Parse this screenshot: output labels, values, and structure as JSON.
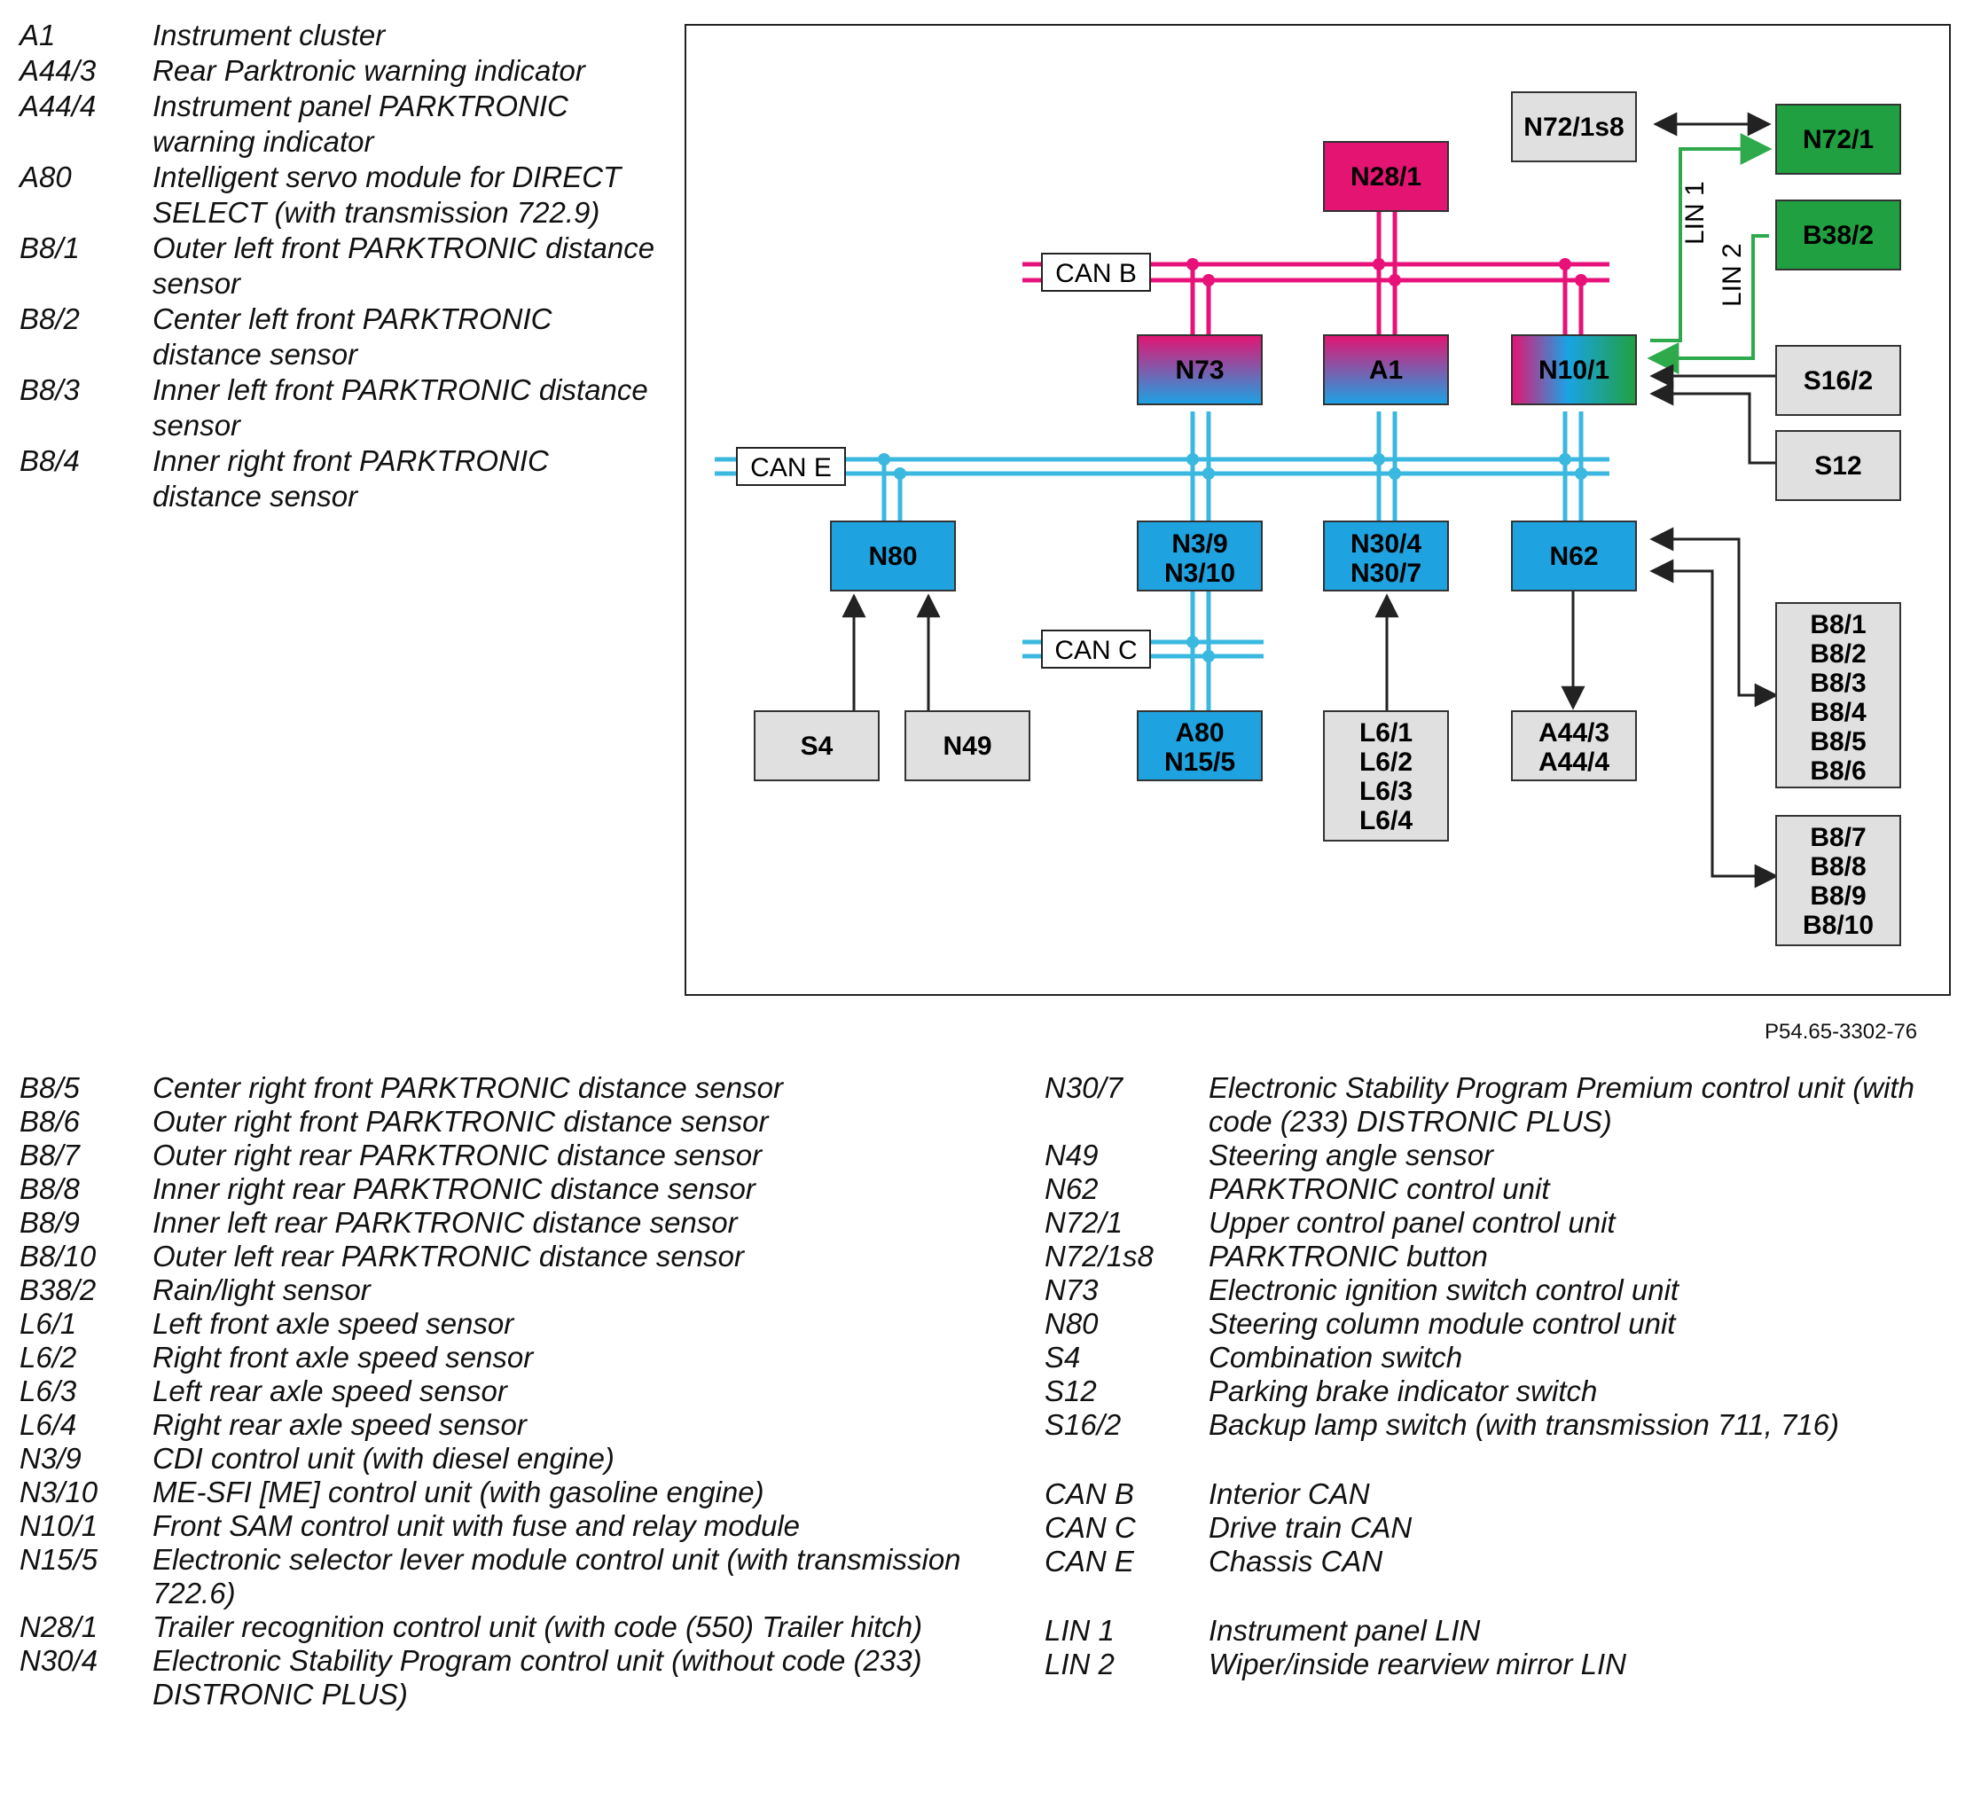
{
  "reference": "P54.65-3302-76",
  "legend_top": [
    {
      "code": "A1",
      "text": "Instrument cluster"
    },
    {
      "code": "A44/3",
      "text": "Rear Parktronic warning indicator"
    },
    {
      "code": "A44/4",
      "text": "Instrument panel PARKTRONIC warning indicator"
    },
    {
      "code": "A80",
      "text": "Intelligent servo module for DIRECT SELECT (with transmission 722.9)"
    },
    {
      "code": "B8/1",
      "text": "Outer left front PARKTRONIC distance sensor"
    },
    {
      "code": "B8/2",
      "text": "Center left front PARKTRONIC distance sensor"
    },
    {
      "code": "B8/3",
      "text": "Inner left front PARKTRONIC distance sensor"
    },
    {
      "code": "B8/4",
      "text": "Inner right front PARKTRONIC distance sensor"
    }
  ],
  "legend_bottom_left": [
    {
      "code": "B8/5",
      "text": "Center right front PARKTRONIC distance sensor"
    },
    {
      "code": "B8/6",
      "text": "Outer right front PARKTRONIC distance sensor"
    },
    {
      "code": "B8/7",
      "text": "Outer right rear PARKTRONIC distance sensor"
    },
    {
      "code": "B8/8",
      "text": "Inner right rear PARKTRONIC distance sensor"
    },
    {
      "code": "B8/9",
      "text": "Inner left rear PARKTRONIC distance sensor"
    },
    {
      "code": "B8/10",
      "text": "Outer left rear PARKTRONIC distance sensor"
    },
    {
      "code": "B38/2",
      "text": "Rain/light sensor"
    },
    {
      "code": "L6/1",
      "text": "Left front axle speed sensor"
    },
    {
      "code": "L6/2",
      "text": "Right front axle speed sensor"
    },
    {
      "code": "L6/3",
      "text": "Left rear axle speed sensor"
    },
    {
      "code": "L6/4",
      "text": "Right rear axle speed sensor"
    },
    {
      "code": "N3/9",
      "text": "CDI control unit (with diesel engine)"
    },
    {
      "code": "N3/10",
      "text": "ME-SFI [ME] control unit (with gasoline engine)"
    },
    {
      "code": "N10/1",
      "text": "Front SAM control unit with fuse and relay module"
    },
    {
      "code": "N15/5",
      "text": "Electronic selector lever module control unit (with transmission 722.6)"
    },
    {
      "code": "N28/1",
      "text": "Trailer recognition control unit (with code (550) Trailer hitch)"
    },
    {
      "code": "N30/4",
      "text": "Electronic Stability Program control unit (without code (233) DISTRONIC PLUS)"
    }
  ],
  "legend_bottom_right": [
    {
      "code": "N30/7",
      "text": "Electronic Stability Program Premium control unit (with code (233) DISTRONIC PLUS)"
    },
    {
      "code": "N49",
      "text": "Steering angle sensor"
    },
    {
      "code": "N62",
      "text": "PARKTRONIC control unit"
    },
    {
      "code": "N72/1",
      "text": "Upper control panel control unit"
    },
    {
      "code": "N72/1s8",
      "text": "PARKTRONIC button"
    },
    {
      "code": "N73",
      "text": "Electronic ignition switch control unit"
    },
    {
      "code": "N80",
      "text": "Steering column module control unit"
    },
    {
      "code": "S4",
      "text": "Combination switch"
    },
    {
      "code": "S12",
      "text": "Parking brake indicator switch"
    },
    {
      "code": "S16/2",
      "text": "Backup lamp switch (with transmission 711, 716)"
    },
    {
      "code": "CAN B",
      "text": "Interior CAN",
      "gap": true
    },
    {
      "code": "CAN C",
      "text": "Drive train CAN"
    },
    {
      "code": "CAN E",
      "text": "Chassis CAN"
    },
    {
      "code": "LIN 1",
      "text": "Instrument panel LIN",
      "gap": true
    },
    {
      "code": "LIN 2",
      "text": "Wiper/inside rearview mirror LIN"
    }
  ],
  "diagram": {
    "colors": {
      "can_b": "#e8117a",
      "can_e": "#3ab8e0",
      "lin": "#2eaa4c",
      "ecu_blue": "#1fa3e0",
      "ecu_magenta": "#e41472",
      "ecu_green": "#20a040",
      "sensor_gray": "#e0e0e0"
    },
    "buses": {
      "can_b": "CAN B",
      "can_e": "CAN E",
      "can_c": "CAN C",
      "lin1": "LIN 1",
      "lin2": "LIN 2"
    },
    "boxes": {
      "n72_1s8": [
        "N72/1s8"
      ],
      "n72_1": [
        "N72/1"
      ],
      "n28_1": [
        "N28/1"
      ],
      "b38_2": [
        "B38/2"
      ],
      "n73": [
        "N73"
      ],
      "a1": [
        "A1"
      ],
      "n10_1": [
        "N10/1"
      ],
      "s16_2": [
        "S16/2"
      ],
      "s12": [
        "S12"
      ],
      "n80": [
        "N80"
      ],
      "n3": [
        "N3/9",
        "N3/10"
      ],
      "n30": [
        "N30/4",
        "N30/7"
      ],
      "n62": [
        "N62"
      ],
      "b8a": [
        "B8/1",
        "B8/2",
        "B8/3",
        "B8/4",
        "B8/5",
        "B8/6"
      ],
      "b8b": [
        "B8/7",
        "B8/8",
        "B8/9",
        "B8/10"
      ],
      "s4": [
        "S4"
      ],
      "n49": [
        "N49"
      ],
      "a80": [
        "A80",
        "N15/5"
      ],
      "l6": [
        "L6/1",
        "L6/2",
        "L6/3",
        "L6/4"
      ],
      "a44": [
        "A44/3",
        "A44/4"
      ]
    }
  }
}
